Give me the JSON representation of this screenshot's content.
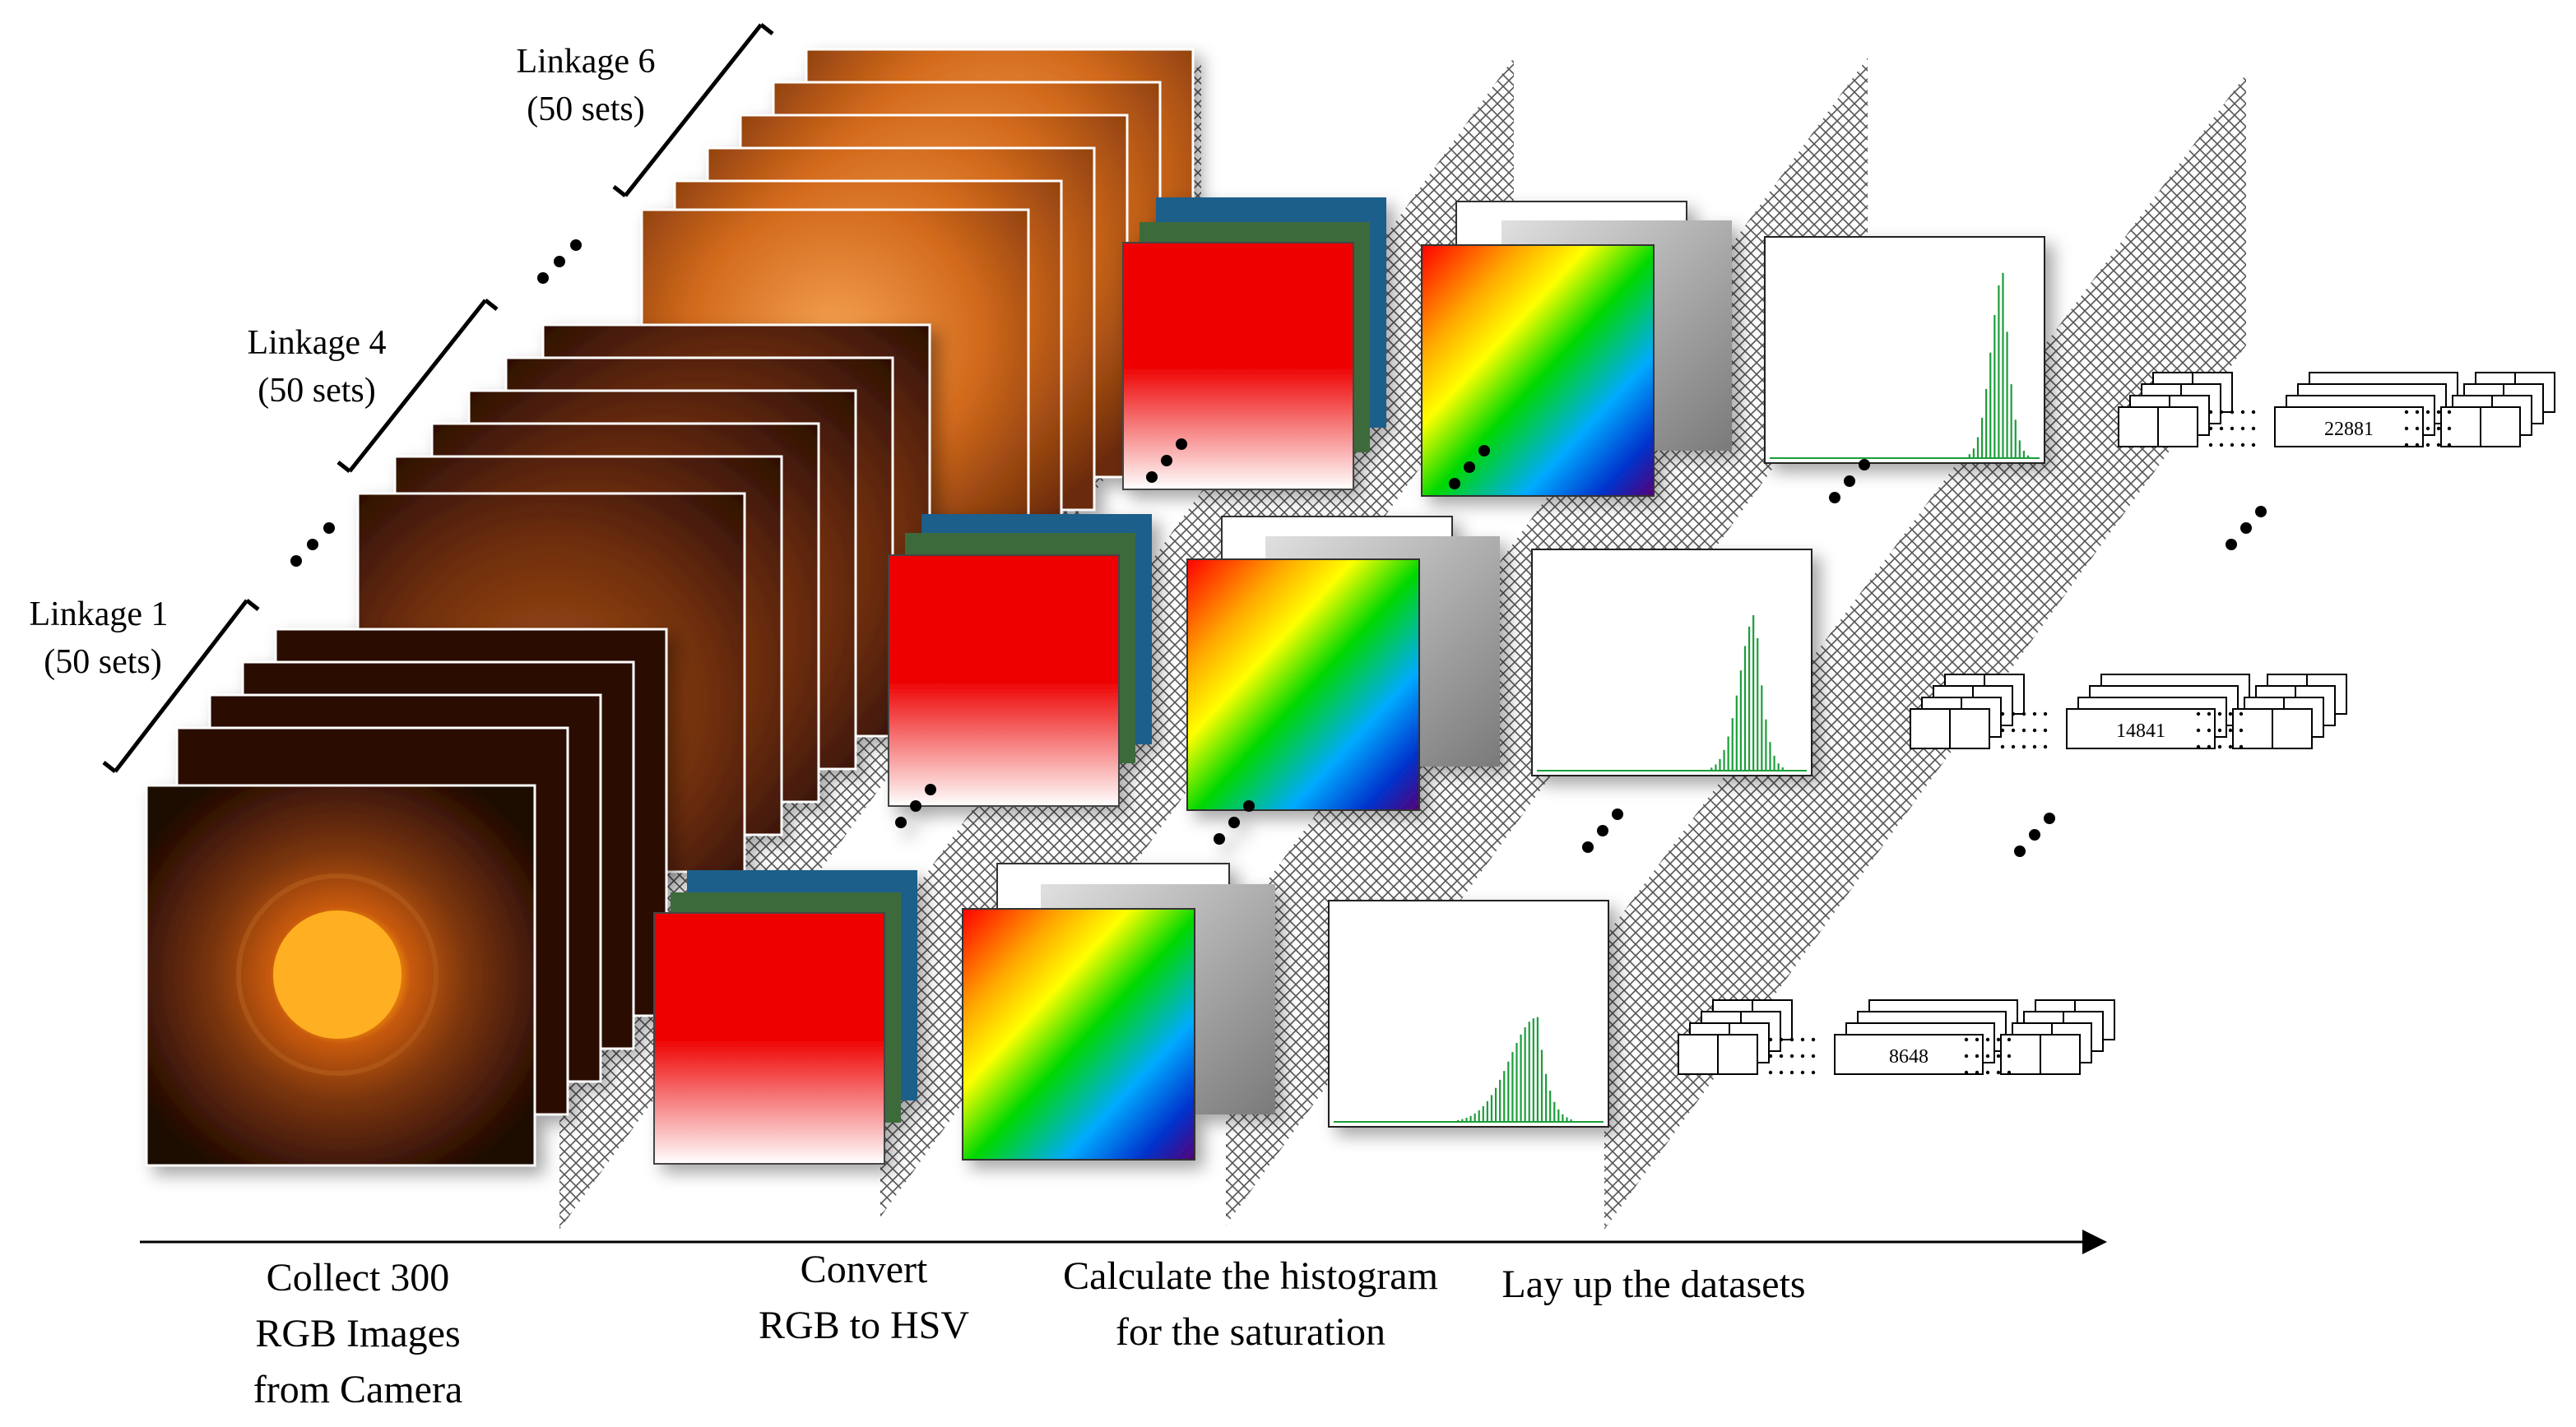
{
  "linkage_groups": [
    {
      "name": "Linkage 1",
      "sets": "(50 sets)"
    },
    {
      "name": "Linkage 4",
      "sets": "(50 sets)"
    },
    {
      "name": "Linkage 6",
      "sets": "(50 sets)"
    }
  ],
  "dataset_values": [
    "8648",
    "14841",
    "22881"
  ],
  "steps": [
    {
      "line1": "Collect  300",
      "line2": "RGB Images",
      "line3": "from Camera"
    },
    {
      "line1": "Convert",
      "line2": "RGB to HSV"
    },
    {
      "line1": "Calculate the histogram",
      "line2": "for the saturation"
    },
    {
      "line1": "Lay up the datasets"
    }
  ],
  "colors": {
    "hue_red": "#ee0000",
    "channel_blue": "#1f5f8b",
    "channel_green": "#3c6b3a",
    "histogram_green": "#1a9e3a",
    "camera_glow": "#ffb020"
  }
}
